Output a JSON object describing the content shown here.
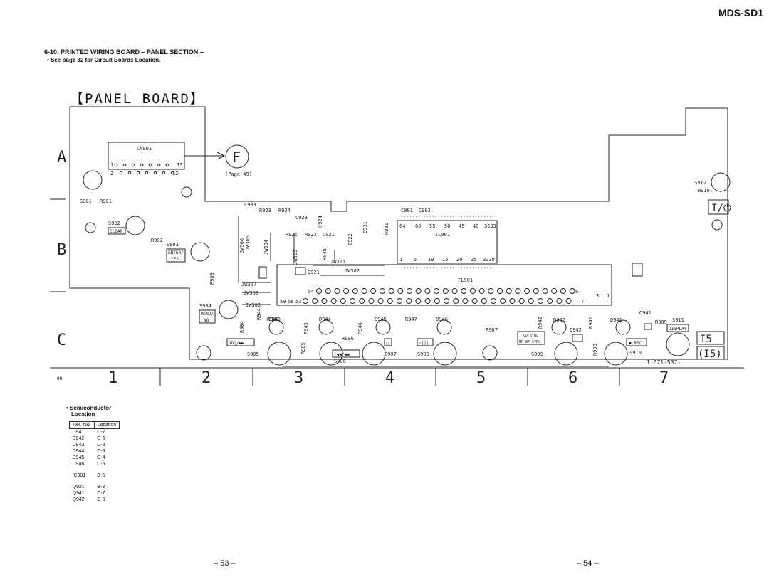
{
  "header": {
    "model": "MDS-SD1"
  },
  "section": {
    "title": "6-10.  PRINTED WIRING BOARD – PANEL SECTION –",
    "note": "• See page 32 for Circuit Boards Location."
  },
  "board_title": "【PANEL BOARD】",
  "rows": [
    "A",
    "B",
    "C"
  ],
  "columns": [
    "1",
    "2",
    "3",
    "4",
    "5",
    "6",
    "7"
  ],
  "corner_code": "09",
  "connector": {
    "name": "CN901",
    "dest": "F",
    "page_ref": "(Page 49)",
    "pin_first": "1",
    "pin_last": "13",
    "pin_2": "2",
    "pin_12": "12"
  },
  "ic": {
    "name": "IC901",
    "pins_top": [
      "64",
      "60",
      "55",
      "50",
      "45",
      "40",
      "3533"
    ],
    "pins_bottom": [
      "1",
      "5",
      "10",
      "15",
      "20",
      "25",
      "3230"
    ]
  },
  "fl": {
    "name": "FL901",
    "pin_54": "54",
    "pin_53": "53",
    "pin_59": "59",
    "pin_58": "58",
    "pin_6": "6",
    "pin_7": "7",
    "pin_3": "3",
    "pin_1": "1"
  },
  "switches": {
    "s901": "S901",
    "s902": "S902",
    "s903": "S903",
    "s904": "S904",
    "s905": "S905",
    "s906": "S906",
    "s907": "S907",
    "s908": "S908",
    "s909": "S909",
    "s910": "S910",
    "s911": "S911",
    "s912": "S912"
  },
  "button_labels": {
    "clear": "CLEAR",
    "enter1": "ENTER/",
    "enter2": "YES",
    "menu1": "MENU/",
    "menu2": "NO",
    "play_next": "DD|/▶▶",
    "prev": "|◀◀/◀◀",
    "stop": "□",
    "play": "▷|||",
    "cd_sync": "CD SYNC",
    "md_sync": "MD WF SYNC",
    "rec": "● REC",
    "display": "DISPLAY",
    "power": "I/⏻",
    "i15": "I5",
    "i15b": "(I5)"
  },
  "parts": {
    "r901": "R901",
    "r902": "R902",
    "r903": "R903",
    "r904": "R904",
    "r905": "R905",
    "r906": "R906",
    "r907": "R907",
    "r908": "R908",
    "r909": "R909",
    "r910": "R910",
    "r921": "R921",
    "r922": "R922",
    "r923": "R923",
    "r924": "R924",
    "r931": "R931",
    "r941": "R941",
    "r942": "R942",
    "r943": "R943",
    "r944": "R944",
    "r945": "R945",
    "r946": "R946",
    "r947": "R947",
    "r948": "R948",
    "c901": "C901",
    "c902": "C902",
    "c903": "C903",
    "c921": "C921",
    "c922": "C922",
    "c923": "C923",
    "c924": "C924",
    "c931": "C931",
    "d941": "D941",
    "d942": "D942",
    "d943": "D943",
    "d944": "D944",
    "d945": "D945",
    "d946": "D946",
    "q921": "Q921",
    "q941": "Q941",
    "q942": "Q942",
    "jw301": "JW301",
    "jw302": "JW302",
    "jw303": "JW303",
    "jw304": "JW304",
    "jw305": "JW305",
    "jw306": "JW306",
    "jw307": "JW307",
    "jw308": "JW308",
    "jw309": "JW309",
    "board_no": "1-671-537-"
  },
  "semiconductor": {
    "heading1": "• Semiconductor",
    "heading2": "Location",
    "col_ref": "Ref. No.",
    "col_loc": "Location",
    "rows": [
      {
        "ref": "D941",
        "loc": "C-7"
      },
      {
        "ref": "D942",
        "loc": "C-6"
      },
      {
        "ref": "D943",
        "loc": "C-3"
      },
      {
        "ref": "D944",
        "loc": "C-3"
      },
      {
        "ref": "D945",
        "loc": "C-4"
      },
      {
        "ref": "D946",
        "loc": "C-5"
      },
      {
        "ref": "IC901",
        "loc": "B-5"
      },
      {
        "ref": "Q921",
        "loc": "B-3"
      },
      {
        "ref": "Q941",
        "loc": "C-7"
      },
      {
        "ref": "Q942",
        "loc": "C-6"
      }
    ]
  },
  "pages": {
    "left": "– 53 –",
    "right": "– 54 –"
  }
}
